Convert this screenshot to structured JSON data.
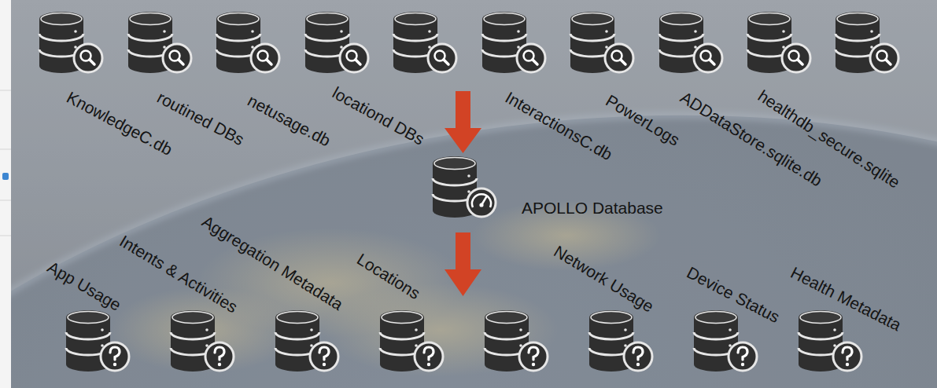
{
  "diagram": {
    "nodes": [
      {
        "text": [
          "KnowledgeC.db"
        ]
      },
      {
        "text": [
          "routined DBs"
        ]
      },
      {
        "text": [
          "netusage.db"
        ]
      },
      {
        "text": [
          "locationd DBs"
        ]
      },
      {
        "text": [
          "InteractionsC.db"
        ]
      },
      {
        "text": [
          "PowerLogs"
        ]
      },
      {
        "text": [
          "ADDataStore.sqlite.db"
        ]
      },
      {
        "text": [
          "healthdb_secure.sqlite"
        ]
      },
      {
        "text": [
          "APOLLO Database"
        ]
      },
      {
        "text": [
          "App Usage"
        ]
      },
      {
        "text": [
          "Intents & Activities"
        ]
      },
      {
        "text": [
          "Aggregation Metadata"
        ]
      },
      {
        "text": [
          "Locations"
        ]
      },
      {
        "text": [
          "Network Usage"
        ]
      },
      {
        "text": [
          "Device Status"
        ]
      },
      {
        "text": [
          "Health Metadata"
        ]
      }
    ]
  }
}
